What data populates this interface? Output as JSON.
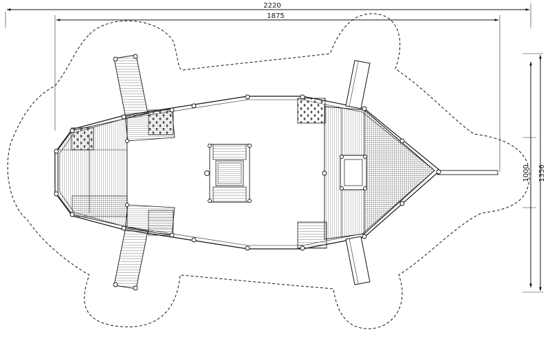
{
  "dimensions": {
    "overall_length": "2220",
    "hull_length": "1875",
    "hull_width": "1000",
    "overall_width": "1356"
  },
  "colors": {
    "line": "#111111",
    "background": "#ffffff"
  }
}
